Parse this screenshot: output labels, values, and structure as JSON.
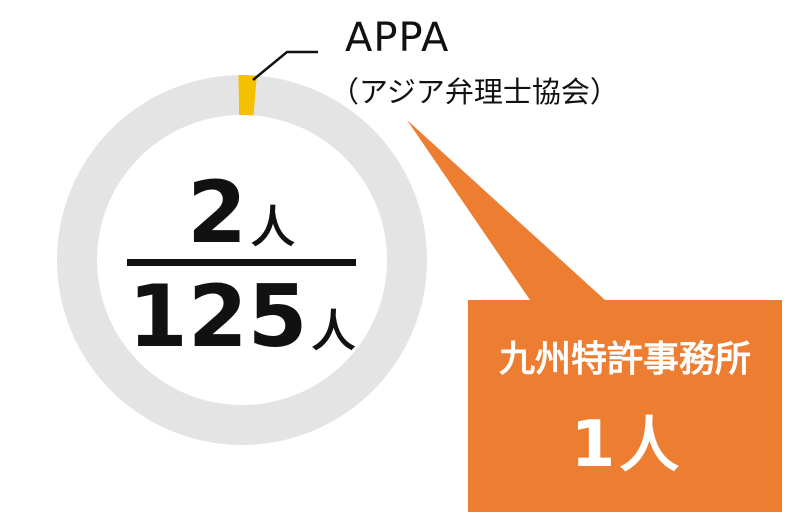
{
  "chart_data": {
    "type": "pie",
    "slices": [
      {
        "name": "APPA（アジア弁理士協会）",
        "value": 2,
        "color": "#f5c000"
      },
      {
        "name": "",
        "value": 123,
        "color": "#e4e4e4"
      }
    ],
    "total": 125,
    "labels": {
      "appa": "APPA",
      "appa_sub": "（アジア弁理士協会）"
    },
    "center": {
      "numerator": "2",
      "denominator": "125",
      "unit": "人"
    },
    "callout": {
      "title": "九州特許事務所",
      "value": "1",
      "unit": "人",
      "color": "#ed7d31"
    }
  }
}
